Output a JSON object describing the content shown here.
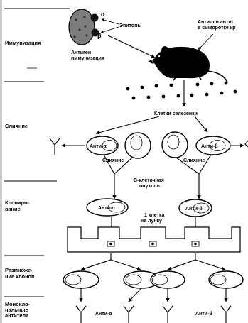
{
  "stages": {
    "immunization": "Иммунизация",
    "fusion": "Слияние",
    "cloning": "Клониро-\nвание",
    "expansion": "Размноже-\nние клонов",
    "antibodies": "Моноклo-\nнальные\nантитела"
  },
  "labels": {
    "alpha": "α",
    "beta": "β",
    "antigen": "Антиген\nиммунизация",
    "epitopes": "Эпитопы",
    "serum": "Анти-α и анти-\nв сыворотке кр",
    "spleen_cells": "Клетки селезенки",
    "anti_alpha": "Анти-α",
    "anti_beta": "Анти-β",
    "fusion_left": "Слияние",
    "fusion_right": "Слияние",
    "b_tumor": "B-клеточная\nопухоль",
    "one_cell": "1 клетка\nна лунку",
    "mab_alpha": "Анти-α",
    "mab_beta": "Анти-β"
  }
}
